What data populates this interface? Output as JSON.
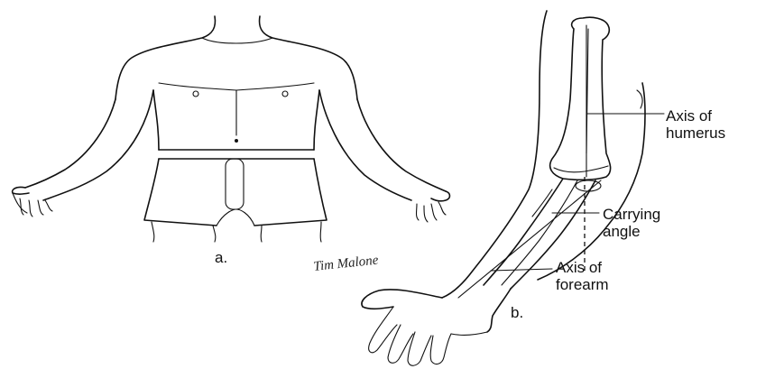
{
  "figure": {
    "panel_a_label": "a.",
    "panel_b_label": "b.",
    "signature": "Tim Malone",
    "labels": {
      "axis_humerus_line1": "Axis of",
      "axis_humerus_line2": "humerus",
      "carrying_angle_line1": "Carrying",
      "carrying_angle_line2": "angle",
      "axis_forearm_line1": "Axis of",
      "axis_forearm_line2": "forearm"
    }
  }
}
